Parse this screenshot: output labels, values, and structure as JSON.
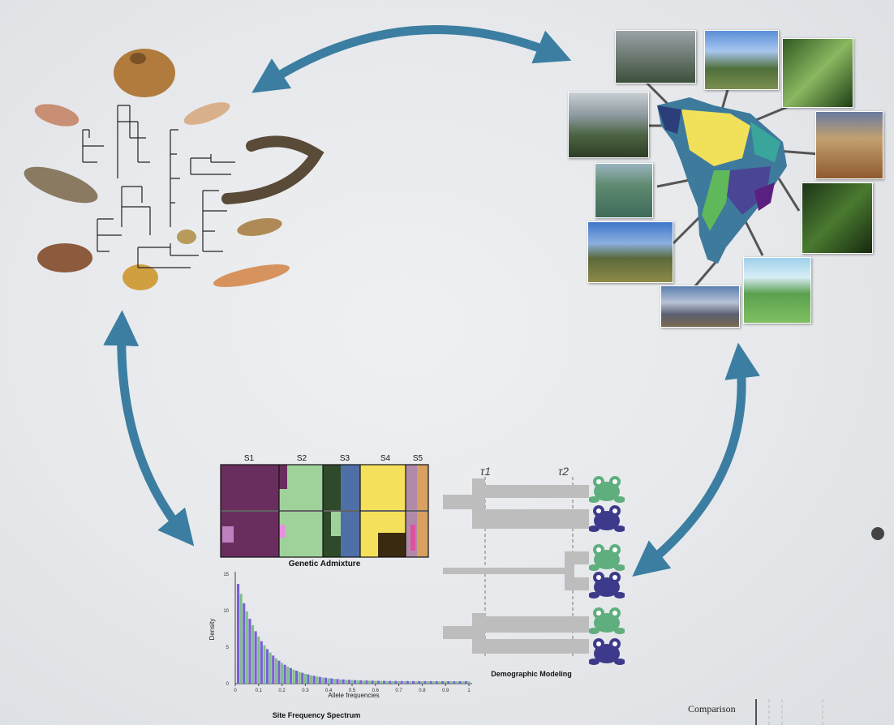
{
  "admixture": {
    "title": "Genetic Admixture",
    "groups": [
      "S1",
      "S2",
      "S3",
      "S4",
      "S5"
    ]
  },
  "sfs": {
    "title": "Site Frequency Spectrum",
    "xlabel": "Allele frequencies",
    "ylabel": "Density",
    "xticks": [
      "0",
      "0.1",
      "0.2",
      "0.3",
      "0.4",
      "0.5",
      "0.6",
      "0.7",
      "0.8",
      "0.9",
      "1"
    ],
    "yticks": [
      "0",
      "5",
      "10",
      "15"
    ]
  },
  "demographic": {
    "title": "Demographic Modeling",
    "tau1": "τ1",
    "tau2": "τ2"
  },
  "footer": {
    "comparison": "Comparison"
  },
  "colors": {
    "arrow": "#3b7ea1",
    "frog_green": "#5fae7e",
    "frog_blue": "#3d3a8c"
  }
}
